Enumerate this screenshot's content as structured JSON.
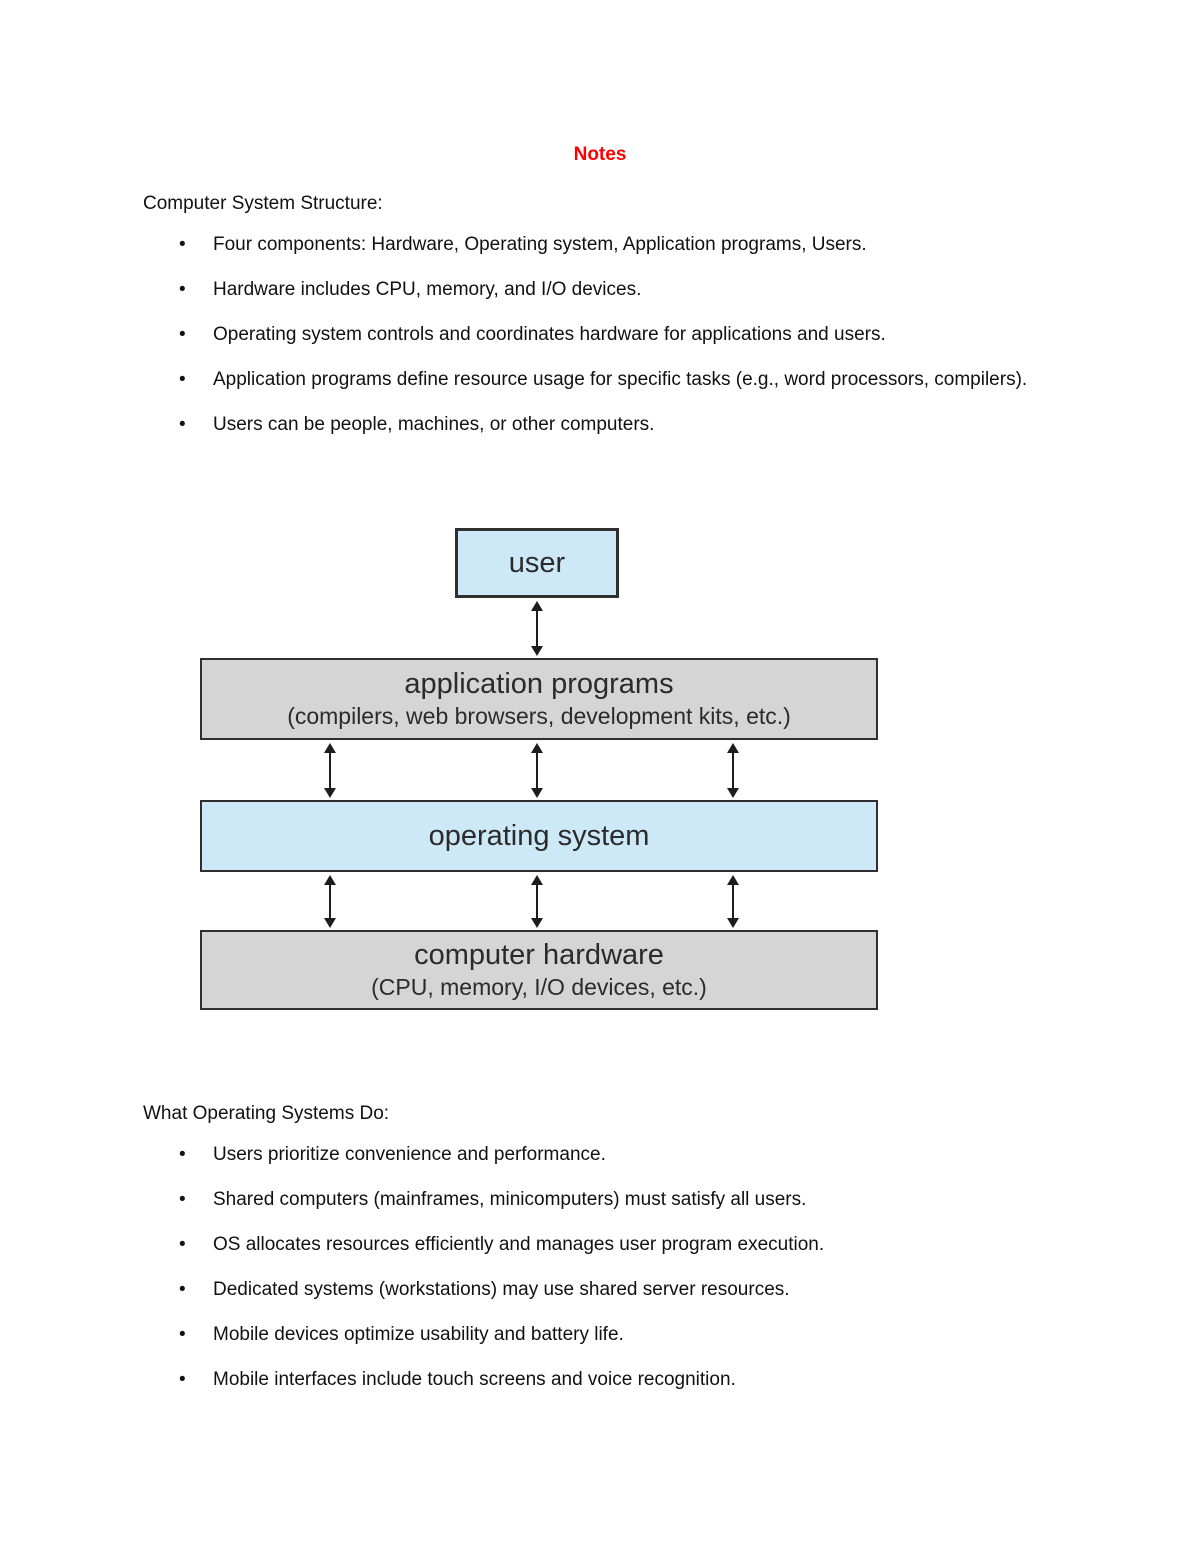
{
  "document": {
    "title": "Notes",
    "title_color": "#FF0000"
  },
  "section1": {
    "heading": "Computer System Structure:",
    "bullets": [
      "Four components: Hardware, Operating system, Application programs, Users.",
      "Hardware includes CPU, memory, and I/O devices.",
      "Operating system controls and coordinates hardware for applications and users.",
      "Application programs define resource usage for specific tasks (e.g., word processors, compilers).",
      "Users can be people, machines, or other computers."
    ]
  },
  "diagram": {
    "user_label": "user",
    "app_title": "application programs",
    "app_subtitle": "(compilers, web browsers, development kits, etc.)",
    "os_label": "operating system",
    "hw_title": "computer hardware",
    "hw_subtitle": "(CPU, memory, I/O devices, etc.)",
    "colors": {
      "blue_fill": "#CDE9F7",
      "gray_fill": "#D5D5D5",
      "border": "#2F2F2F",
      "arrow": "#1D1D1D"
    }
  },
  "section2": {
    "heading": "What Operating Systems Do:",
    "bullets": [
      "Users prioritize convenience and performance.",
      "Shared computers (mainframes, minicomputers) must satisfy all users.",
      "OS allocates resources efficiently and manages user program execution.",
      "Dedicated systems (workstations) may use shared server resources.",
      "Mobile devices optimize usability and battery life.",
      "Mobile interfaces include touch screens and voice recognition."
    ]
  }
}
